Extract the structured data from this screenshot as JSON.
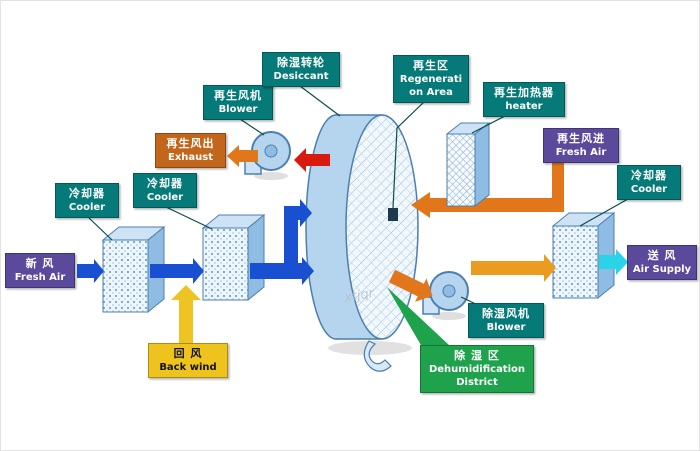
{
  "watermark": "xtjqr",
  "colors": {
    "teal": "#067a78",
    "purple": "#5b4a9b",
    "orange-box": "#c2661c",
    "yellow-box": "#eec31e",
    "green-box": "#1ea24c",
    "arrow-blue": "#1950d2",
    "arrow-red": "#d91a0e",
    "arrow-orange": "#e2761b",
    "arrow-amber": "#eb9b1e",
    "arrow-gold": "#eec425",
    "arrow-cyan": "#2bd3e8",
    "machine-fill": "#b5d4ee",
    "machine-top": "#cde3f5",
    "machine-side": "#8fbce2",
    "machine-stroke": "#4c7fae",
    "connector": "#0c4b4b"
  },
  "labels": {
    "fresh_air_in": {
      "zh": "新  风",
      "en": "Fresh Air"
    },
    "cooler_1": {
      "zh": "冷却器",
      "en": "Cooler"
    },
    "cooler_2": {
      "zh": "冷却器",
      "en": "Cooler"
    },
    "regen_blower": {
      "zh": "再生风机",
      "en": "Blower"
    },
    "exhaust": {
      "zh": "再生风出",
      "en": "Exhaust"
    },
    "desiccant_wheel": {
      "zh": "除湿转轮",
      "en": "Desiccant"
    },
    "regeneration_area": {
      "zh": "再生区",
      "en_line1": "Regenerati",
      "en_line2": "on Area"
    },
    "regen_heater": {
      "zh": "再生加热器",
      "en": "heater"
    },
    "regen_fresh_air": {
      "zh": "再生风进",
      "en": "Fresh Air"
    },
    "cooler_3": {
      "zh": "冷却器",
      "en": "Cooler"
    },
    "air_supply": {
      "zh": "送  风",
      "en": "Air Supply"
    },
    "dehumid_blower": {
      "zh": "除湿风机",
      "en": "Blower"
    },
    "back_wind": {
      "zh": "回  风",
      "en": "Back wind"
    },
    "dehumid_district": {
      "zh": "除 湿 区",
      "en_line1": "Dehumidification",
      "en_line2": "District"
    }
  }
}
